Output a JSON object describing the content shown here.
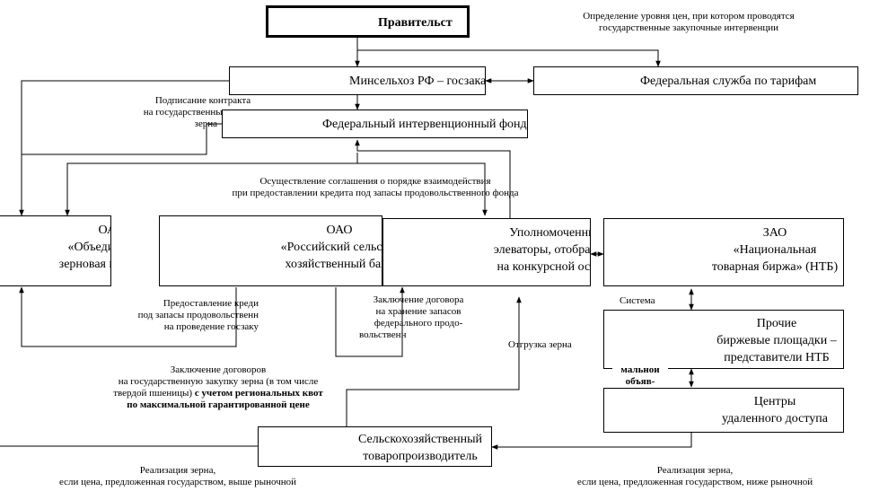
{
  "boxes": {
    "government": "Правительст",
    "minselhoz": "Минсельхоз РФ – госзаказчик",
    "tariff_service": "Федеральная служба по тарифам",
    "fund": "Федеральный интервенционный фонд",
    "grain_company": [
      "ОАО",
      "«Объединенная",
      "зерновая компания"
    ],
    "agri_bank": [
      "ОАО",
      "«Российский сельско-",
      "хозяйственный банк"
    ],
    "elevators": [
      "Уполномоченные",
      "элеваторы, отобранные",
      "на конкурсной основе"
    ],
    "ntb": [
      "ЗАО",
      "«Национальная",
      "товарная биржа» (НТБ)"
    ],
    "other_platforms": [
      "Прочие",
      "биржевые площадки –",
      "представители НТБ"
    ],
    "remote_centers": [
      "Центры",
      "удаленного доступа"
    ],
    "producers": [
      "Сельскохозяйственный",
      "товаропроизводитель"
    ]
  },
  "labels": {
    "price_level": [
      "Определение уровня цен, при котором проводятся",
      "государственные закупочные интервенции"
    ],
    "contract": [
      "Подписание контракта",
      "на государственные закупки",
      "зерна"
    ],
    "agreement": [
      "Осуществление соглашения о порядке взаимодействия",
      "при предоставлении кредита под запасы продовольственного фонда"
    ],
    "credit": [
      "Предоставление креди",
      "под запасы продовольственн",
      "на проведение госзаку"
    ],
    "storage": [
      "Заключение договора",
      "на хранение запасов",
      "федерального продо-",
      "вольственн"
    ],
    "shipment": "Отгрузка зерна",
    "system": "Система",
    "max_announce": [
      "мальнои",
      "объяв-"
    ],
    "procurement": [
      "Заключение договоров",
      "на государственную закупку зерна (в том числе",
      "твердой пшеницы)"
    ],
    "quotas_bold": [
      " с учетом региональных квот",
      "по максимальной гарантированной цене"
    ],
    "sale_above": [
      "Реализация зерна,",
      "если цена, предложенная государством, выше рыночной"
    ],
    "sale_below": [
      "Реализация зерна,",
      "если цена, предложенная государством, ниже рыночной"
    ]
  }
}
